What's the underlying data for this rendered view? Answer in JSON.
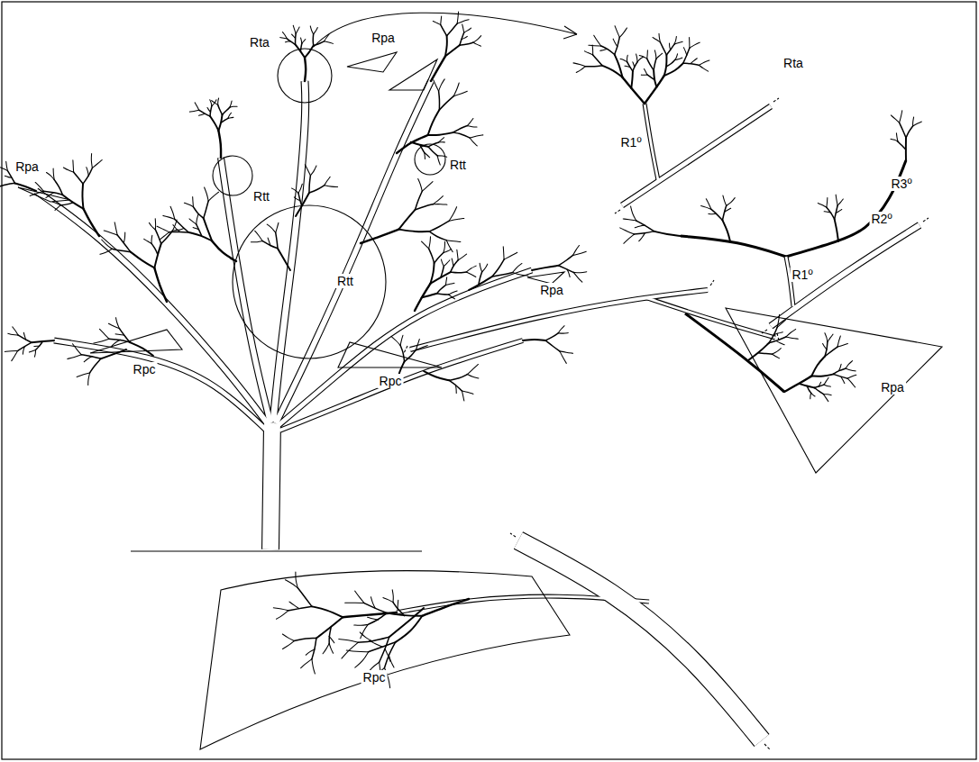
{
  "diagram": {
    "labels": [
      "Rta",
      "Rpa",
      "Rpa",
      "Rtt",
      "Rtt",
      "Rtt",
      "Rpa",
      "Rpc",
      "Rpc",
      "Rta",
      "R1º",
      "R3º",
      "R2º",
      "R1º",
      "Rpa",
      "Rpc"
    ]
  }
}
